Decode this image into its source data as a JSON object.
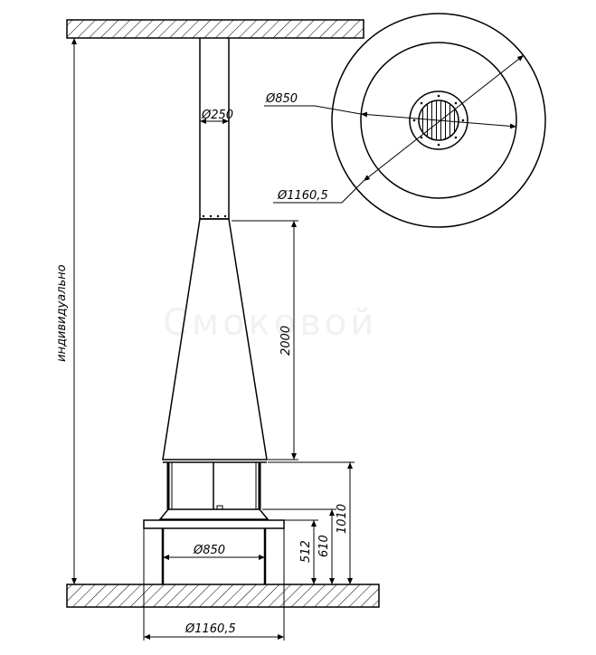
{
  "labels": {
    "pipe_diameter": "Ø250",
    "top_view_inner_diameter": "Ø850",
    "top_view_outer_diameter": "Ø1160,5",
    "cone_height": "2000",
    "height_overall_lower": "1010",
    "height_platform": "610",
    "height_firebox": "512",
    "firebox_diameter": "Ø850",
    "base_diameter": "Ø1160,5",
    "overall_height": "индивидуально"
  },
  "watermark": "Смоковой"
}
